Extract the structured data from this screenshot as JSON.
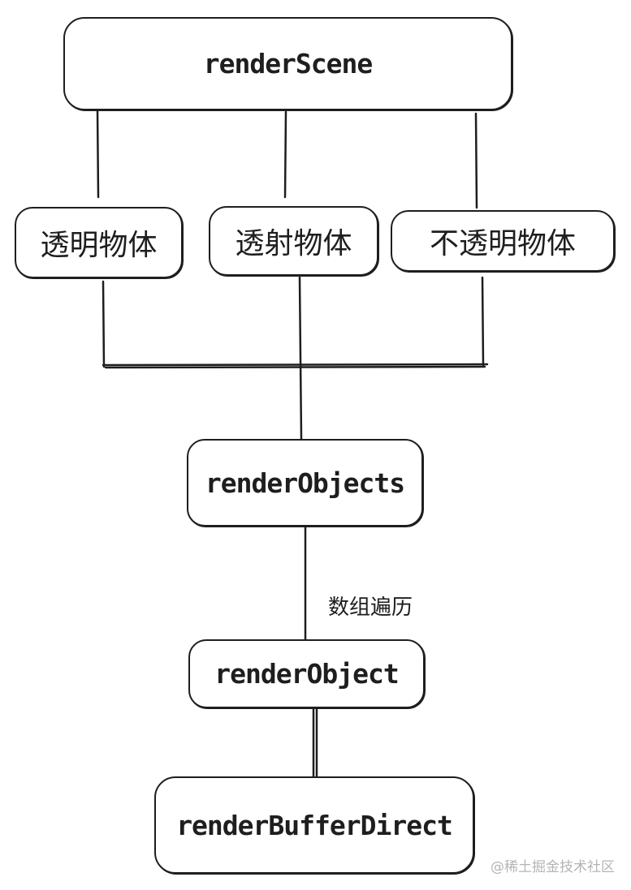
{
  "nodes": {
    "render_scene": "renderScene",
    "transparent_objects": "透明物体",
    "transmissive_objects": "透射物体",
    "opaque_objects": "不透明物体",
    "render_objects": "renderObjects",
    "render_object": "renderObject",
    "render_buffer_direct": "renderBufferDirect"
  },
  "edges": {
    "array_traverse_label": "数组遍历"
  },
  "watermark": "@稀土掘金技术社区",
  "colors": {
    "stroke": "#1e1e1e",
    "background": "#ffffff",
    "watermark": "#b4b4b4"
  }
}
